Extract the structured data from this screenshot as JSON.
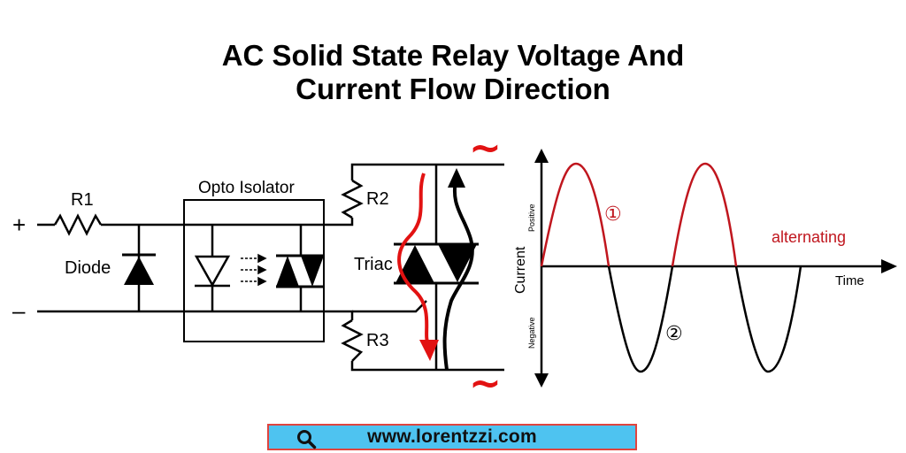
{
  "title": {
    "line1": "AC Solid State Relay Voltage And",
    "line2": "Current Flow Direction"
  },
  "circuit": {
    "r1": "R1",
    "r2": "R2",
    "r3": "R3",
    "diode": "Diode",
    "opto": "Opto Isolator",
    "triac": "Triac",
    "plus": "+",
    "minus": "–",
    "tilde_top": "~",
    "tilde_bottom": "~"
  },
  "waveform": {
    "current": "Current",
    "positive": "Positive",
    "negative": "Negative",
    "time": "Time",
    "alternating": "alternating",
    "marker1": "①",
    "marker2": "②"
  },
  "colors": {
    "positive_wave": "#c0161e",
    "negative_wave": "#000000",
    "arrow_red": "#e21212",
    "url_bg": "#4ec3f0",
    "url_border": "#e0443e"
  },
  "footer": {
    "url": "www.lorentzzi.com",
    "icon": "search-icon"
  }
}
